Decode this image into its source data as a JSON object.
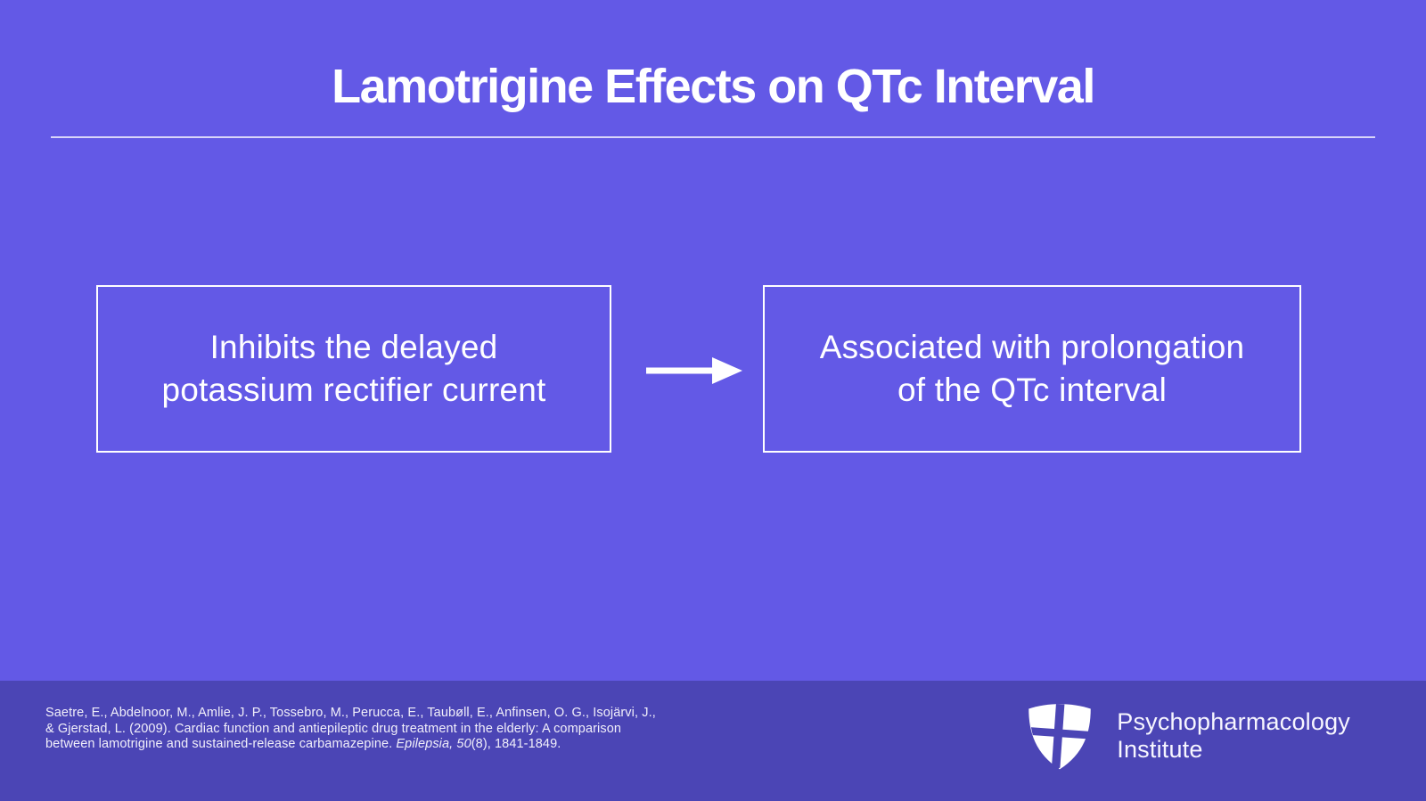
{
  "colors": {
    "background": "#6359e6",
    "footer_background": "#4b45b5",
    "text": "#ffffff",
    "box_border": "#ffffff",
    "divider": "#ffffff"
  },
  "slide": {
    "title": "Lamotrigine Effects on QTc Interval",
    "boxes": [
      {
        "lines": [
          "Inhibits the delayed",
          "potassium rectifier current"
        ]
      },
      {
        "lines": [
          "Associated with prolongation",
          "of the QTc interval"
        ]
      }
    ],
    "arrow_icon": "right-arrow"
  },
  "footer": {
    "citation": {
      "line1": "Saetre, E., Abdelnoor, M., Amlie, J. P., Tossebro, M., Perucca, E., Taubøll, E., Anfinsen, O. G., Isojärvi, J.,",
      "line2": "& Gjerstad, L. (2009). Cardiac function and antiepileptic drug treatment in the elderly: A comparison",
      "line3_pre": "between lamotrigine and sustained-release carbamazepine. ",
      "line3_italic": "Epilepsia, 50",
      "line3_post": "(8), 1841-1849."
    },
    "logo": {
      "line1": "Psychopharmacology",
      "line2": "Institute"
    }
  }
}
